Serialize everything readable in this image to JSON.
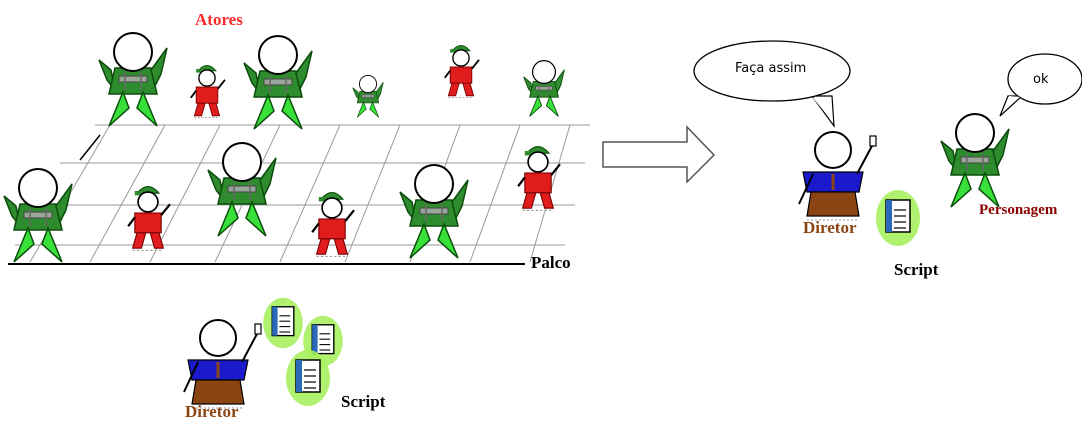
{
  "labels": {
    "actors": "Atores",
    "stage": "Palco",
    "director_left": "Diretor",
    "script_left": "Script",
    "director_right": "Diretor",
    "script_right": "Script",
    "character": "Personagem"
  },
  "speech": {
    "director": "Faça assim",
    "character": "ok"
  },
  "colors": {
    "actors_label": "#ff2a2a",
    "director_label": "#8b4513",
    "character_label": "#8b0000",
    "green_figure": "#1f7a1f",
    "red_figure": "#e01c1c",
    "director_shirt": "#1a1acc",
    "script_glow": "#a8f060"
  }
}
